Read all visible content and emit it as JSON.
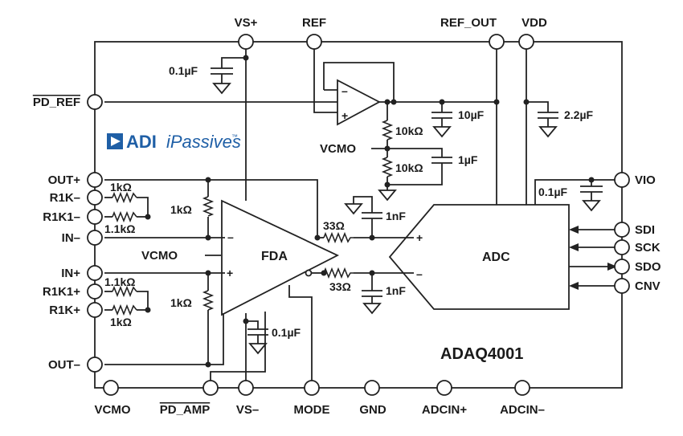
{
  "part_number": "ADAQ4001",
  "logo": {
    "brand": "ADI",
    "product": "iPassives",
    "tm": "™",
    "color": "#1f5fa6"
  },
  "blocks": {
    "fda": "FDA",
    "adc": "ADC"
  },
  "top_pins": {
    "vs_plus": "VS+",
    "ref": "REF",
    "ref_out": "REF_OUT",
    "vdd": "VDD"
  },
  "left_pins": {
    "pd_ref": "PD_REF",
    "out_plus": "OUT+",
    "r1k_minus": "R1K–",
    "r1k1_minus": "R1K1–",
    "in_minus": "IN–",
    "in_plus": "IN+",
    "r1k1_plus": "R1K1+",
    "r1k_plus": "R1K+",
    "out_minus": "OUT–"
  },
  "right_pins": {
    "vio": "VIO",
    "sdi": "SDI",
    "sck": "SCK",
    "sdo": "SDO",
    "cnv": "CNV"
  },
  "bottom_pins": {
    "vcmo": "VCMO",
    "pd_amp": "PD_AMP",
    "vs_minus": "VS–",
    "mode": "MODE",
    "gnd": "GND",
    "adcin_plus": "ADCIN+",
    "adcin_minus": "ADCIN–"
  },
  "components": {
    "cap_vs_top": "0.1µF",
    "cap_ref_out": "10µF",
    "cap_vdd": "2.2µF",
    "res_ref_top": "10kΩ",
    "res_ref_bot": "10kΩ",
    "cap_ref_mid": "1µF",
    "cap_vio": "0.1µF",
    "res_r1k_minus": "1kΩ",
    "res_r1k1_minus": "1.1kΩ",
    "res_fb_top": "1kΩ",
    "res_r1k1_plus": "1.1kΩ",
    "res_r1k_plus": "1kΩ",
    "res_fb_bot": "1kΩ",
    "res_out_top": "33Ω",
    "res_out_bot": "33Ω",
    "cap_adc_top": "1nF",
    "cap_adc_bot": "1nF",
    "cap_vs_bot": "0.1µF"
  },
  "internal_labels": {
    "vcmo_ref": "VCMO",
    "vcmo_fda": "VCMO",
    "fda_minus": "–",
    "fda_plus": "+",
    "adc_plus": "+",
    "adc_minus": "–",
    "ref_amp_minus": "–",
    "ref_amp_plus": "+"
  }
}
